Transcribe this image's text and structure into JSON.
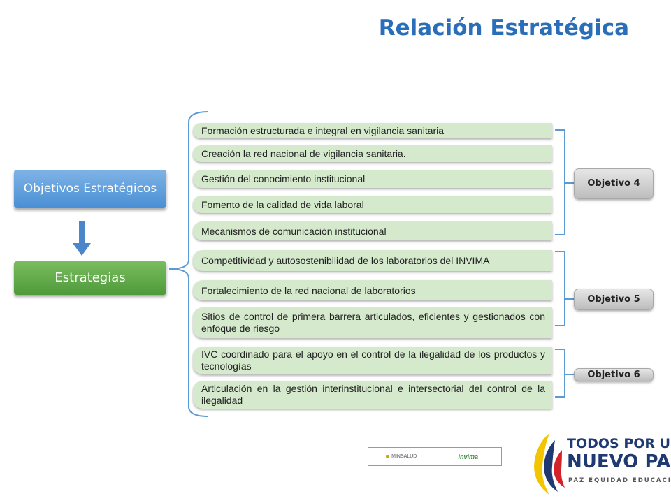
{
  "title": "Relación Estratégica",
  "left": {
    "objetivos_label": "Objetivos Estratégicos",
    "estrategias_label": "Estrategias"
  },
  "strategies": [
    "Formación estructurada e integral en vigilancia sanitaria",
    "Creación  la red nacional de vigilancia  sanitaria.",
    "Gestión del conocimiento institucional",
    "Fomento de la calidad de vida laboral",
    "Mecanismos de comunicación institucional",
    "Competitividad y autosostenibilidad de los laboratorios del INVIMA",
    "Fortalecimiento de la red nacional de laboratorios",
    "Sitios de control de primera barrera articulados, eficientes y gestionados con enfoque de riesgo",
    "IVC coordinado para el apoyo en el control de la ilegalidad de los productos y  tecnologías",
    "Articulación en la gestión  interinstitucional e intersectorial del control de la ilegalidad"
  ],
  "objectives": [
    "Objetivo 4",
    "Objetivo 5",
    "Objetivo 6"
  ],
  "footer": {
    "logo_left_text": "MINSALUD",
    "logo_right_text": "invima",
    "brand_line1": "TODOS POR UN",
    "brand_line2": "NUEVO PAÍS",
    "brand_line3": "PAZ  EQUIDAD  EDUCACIÓN"
  },
  "colors": {
    "title": "#2a6db8",
    "objetivos_box": "#5b9bd5",
    "estrategias_box": "#5ea646",
    "strategy_bar": "#d5e9cd",
    "bracket": "#5b9bd5"
  }
}
